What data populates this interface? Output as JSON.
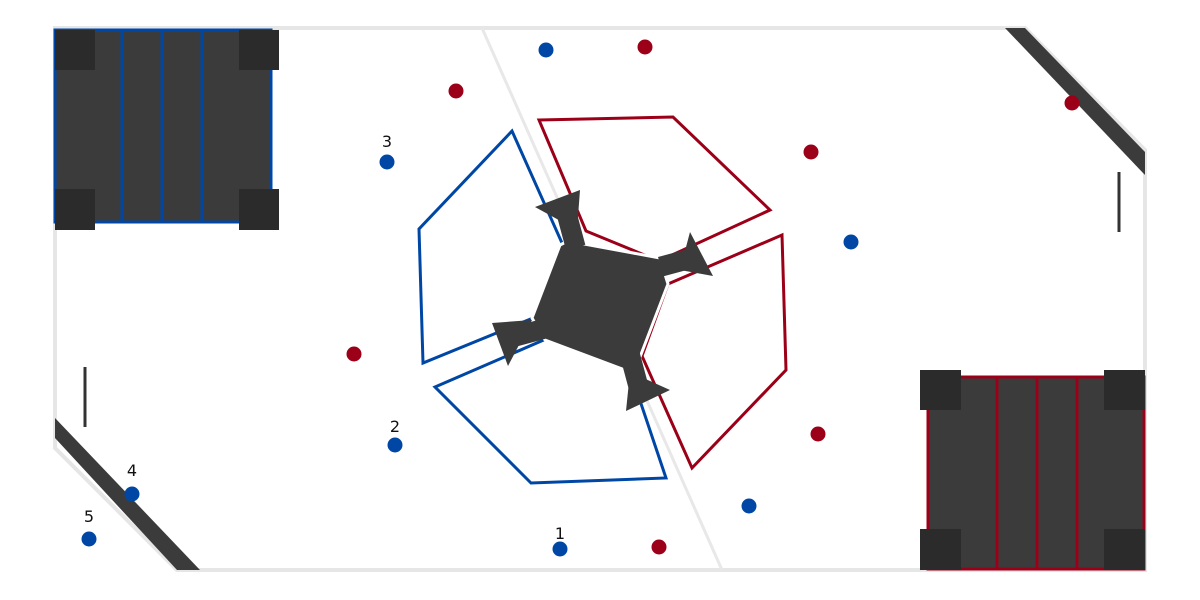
{
  "colors": {
    "blue": "#0047a5",
    "red": "#9c0018",
    "dark": "#3b3b3b",
    "darker": "#2b2b2b",
    "border": "#e6e6e6"
  },
  "markers": [
    {
      "team": "blue",
      "label": "1"
    },
    {
      "team": "blue",
      "label": "2"
    },
    {
      "team": "blue",
      "label": "3"
    },
    {
      "team": "blue",
      "label": "4"
    },
    {
      "team": "blue",
      "label": "5"
    },
    {
      "team": "blue",
      "label": ""
    },
    {
      "team": "blue",
      "label": ""
    },
    {
      "team": "blue",
      "label": ""
    },
    {
      "team": "red",
      "label": ""
    },
    {
      "team": "red",
      "label": ""
    },
    {
      "team": "red",
      "label": ""
    },
    {
      "team": "red",
      "label": ""
    },
    {
      "team": "red",
      "label": ""
    },
    {
      "team": "red",
      "label": ""
    },
    {
      "team": "red",
      "label": ""
    }
  ]
}
